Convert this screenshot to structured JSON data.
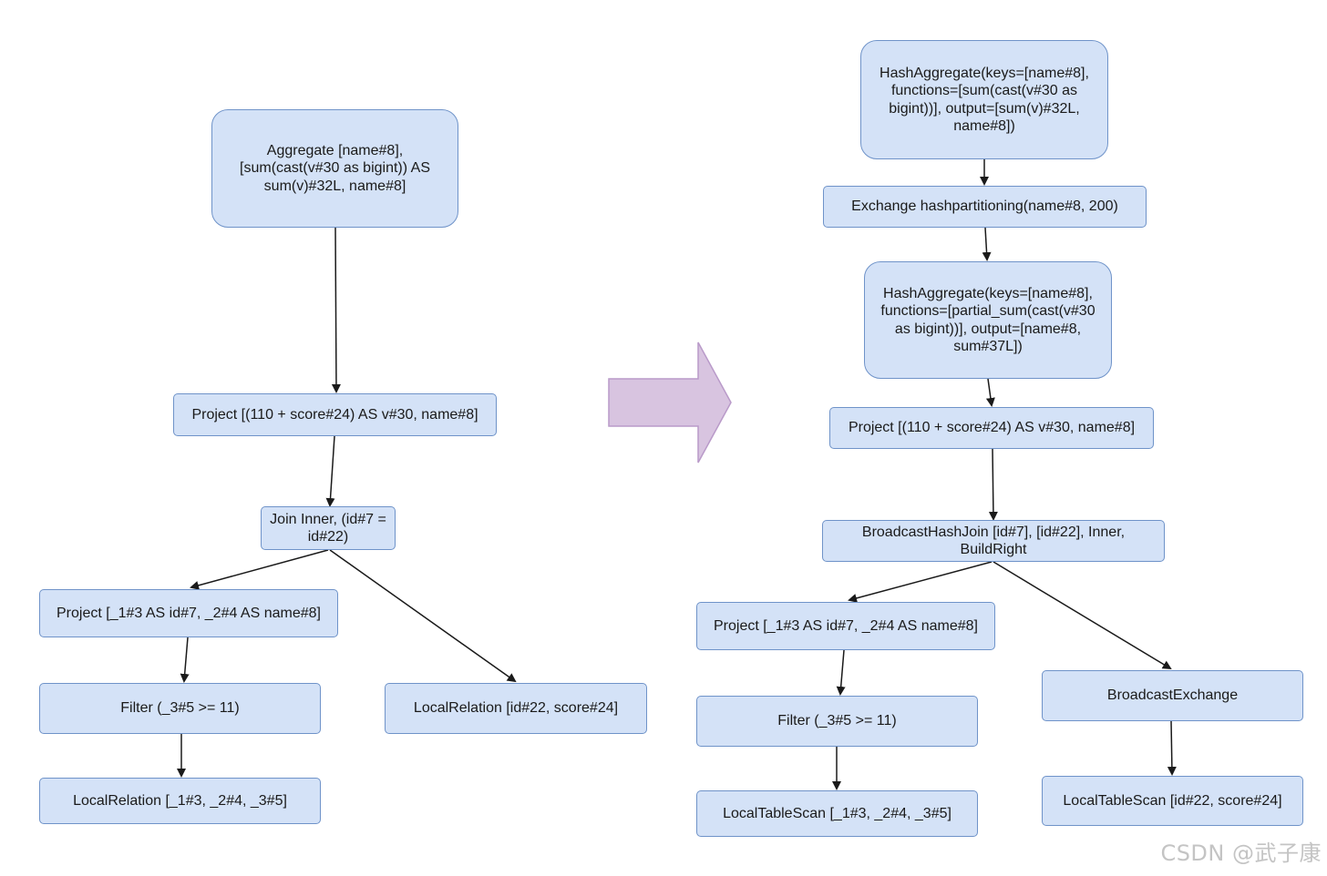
{
  "diagram": {
    "left_plan": {
      "aggregate": "Aggregate [name#8],\n[sum(cast(v#30 as bigint)) AS\nsum(v)#32L, name#8]",
      "project_top": "Project [(110 + score#24) AS v#30, name#8]",
      "join": "Join Inner, (id#7 =\nid#22)",
      "project_left": "Project [_1#3 AS id#7, _2#4 AS name#8]",
      "filter": "Filter (_3#5 >= 11)",
      "local_relation_left": "LocalRelation [_1#3, _2#4, _3#5]",
      "local_relation_right": "LocalRelation [id#22, score#24]"
    },
    "right_plan": {
      "hash_aggregate_final": "HashAggregate(keys=[name#8],\nfunctions=[sum(cast(v#30 as\nbigint))], output=[sum(v)#32L,\nname#8])",
      "exchange": "Exchange hashpartitioning(name#8, 200)",
      "hash_aggregate_partial": "HashAggregate(keys=[name#8],\nfunctions=[partial_sum(cast(v#30\nas bigint))], output=[name#8,\nsum#37L])",
      "project_top": "Project [(110 + score#24) AS v#30, name#8]",
      "broadcast_hash_join": "BroadcastHashJoin [id#7], [id#22], Inner,\nBuildRight",
      "project_left": "Project [_1#3 AS id#7, _2#4 AS name#8]",
      "filter": "Filter (_3#5 >= 11)",
      "local_table_scan_left": "LocalTableScan [_1#3, _2#4, _3#5]",
      "broadcast_exchange": "BroadcastExchange",
      "local_table_scan_right": "LocalTableScan [id#22, score#24]"
    },
    "watermark": "CSDN @武子康"
  },
  "colors": {
    "node_fill": "#d4e2f7",
    "node_border": "#6f93c9",
    "edge": "#1a1a1a",
    "arrow_fill": "#d8c4e0",
    "arrow_stroke": "#b99ac9"
  }
}
